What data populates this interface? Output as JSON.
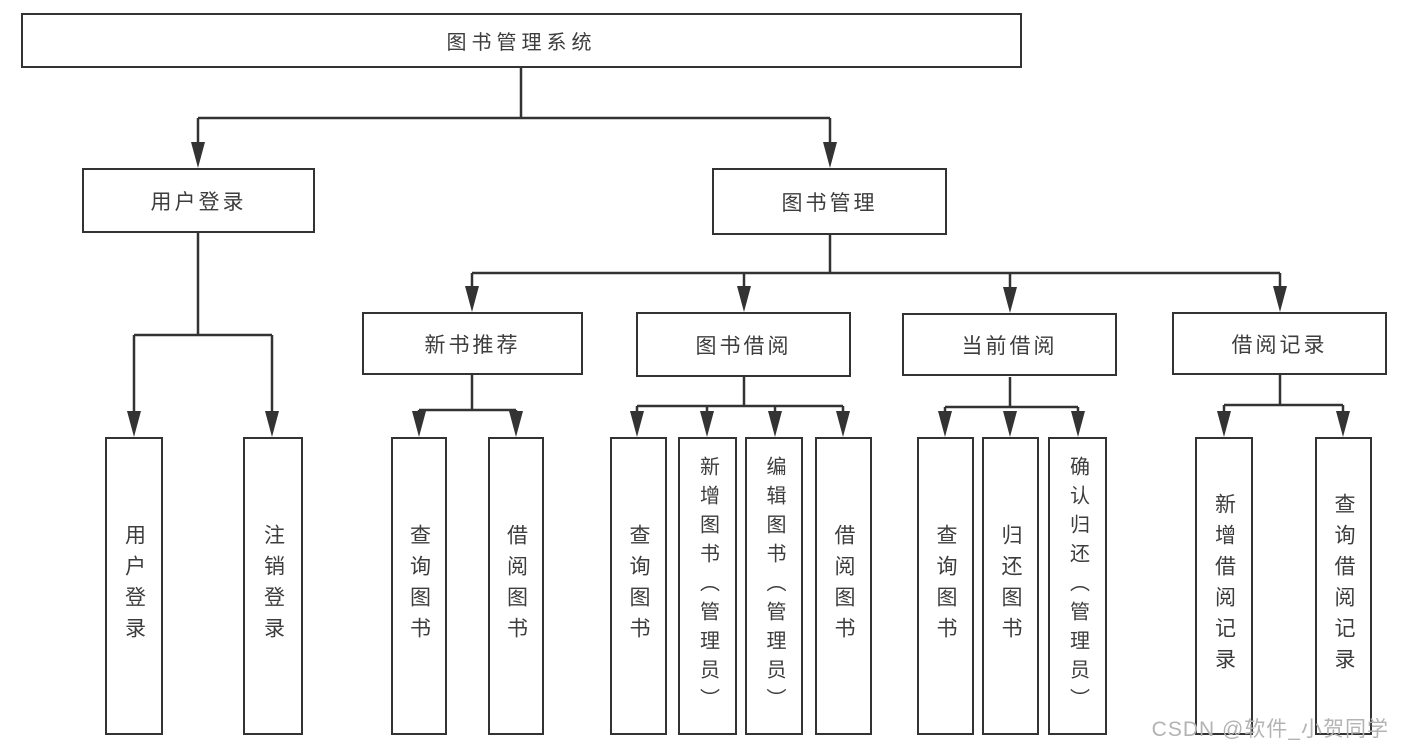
{
  "diagram_title": "图书管理系统",
  "tree": {
    "root": "图书管理系统",
    "level2": [
      {
        "label": "用户登录",
        "leaves": [
          "用户登录",
          "注销登录"
        ]
      },
      {
        "label": "图书管理",
        "groups": [
          {
            "label": "新书推荐",
            "leaves": [
              "查询图书",
              "借阅图书"
            ]
          },
          {
            "label": "图书借阅",
            "leaves": [
              "查询图书",
              "新增图书（管理员）",
              "编辑图书（管理员）",
              "借阅图书"
            ]
          },
          {
            "label": "当前借阅",
            "leaves": [
              "查询图书",
              "归还图书",
              "确认归还（管理员）"
            ]
          },
          {
            "label": "借阅记录",
            "leaves": [
              "新增借阅记录",
              "查询借阅记录"
            ]
          }
        ]
      }
    ]
  },
  "watermark": "CSDN @软件_小贺同学",
  "colors": {
    "line": "#333333",
    "text": "#3d3d3d",
    "watermark": "#b3b3b3",
    "background": "#ffffff"
  }
}
